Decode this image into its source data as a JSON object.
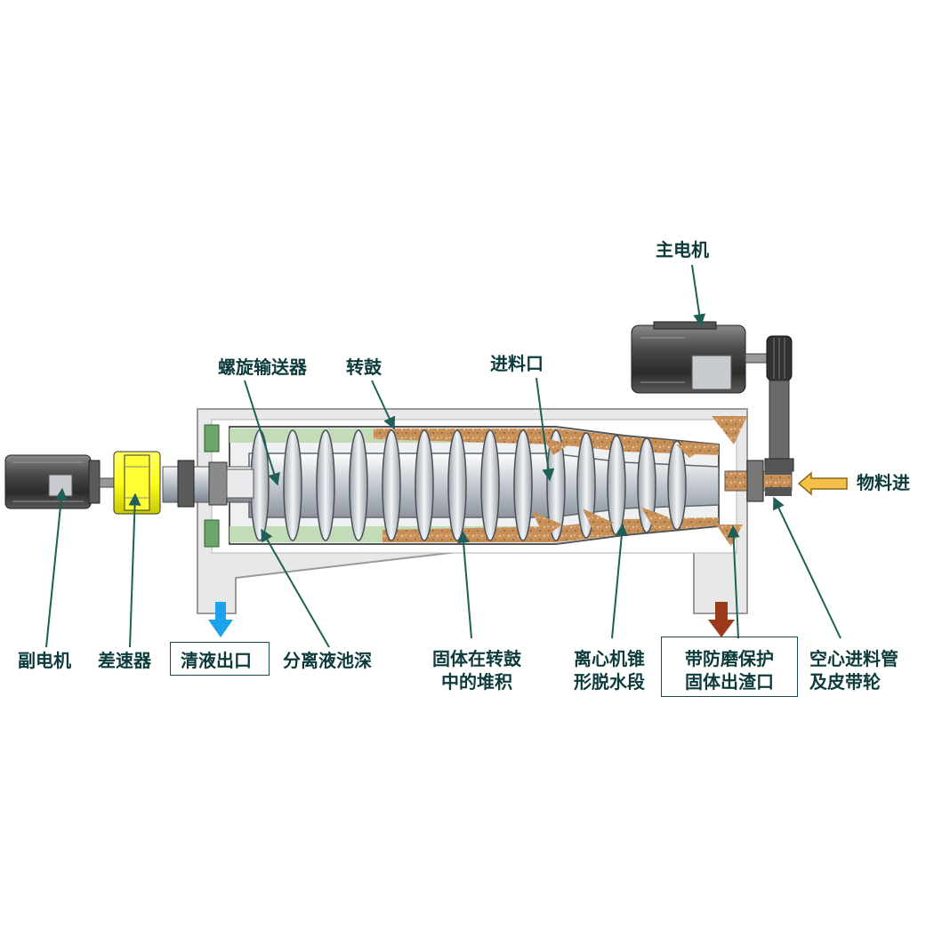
{
  "labels": {
    "main_motor": "主电机",
    "screw_conveyor": "螺旋输送器",
    "drum": "转鼓",
    "feed_port": "进料口",
    "material_in": "物料进",
    "aux_motor": "副电机",
    "differential": "差速器",
    "liquid_outlet": "清液出口",
    "pool_depth": "分离液池深",
    "solid_accum_1": "固体在转鼓",
    "solid_accum_2": "中的堆积",
    "dewater_1": "离心机锥",
    "dewater_2": "形脱水段",
    "slag_outlet_1": "带防磨保护",
    "slag_outlet_2": "固体出渣口",
    "feed_pipe_1": "空心进料管",
    "feed_pipe_2": "及皮带轮"
  },
  "colors": {
    "label": "#0d3b3b",
    "leader": "#1f5f57",
    "frame": "#e8e8e8",
    "frame_stroke": "#9a9a9a",
    "motor_dark": "#3a3a3a",
    "screw_light": "#d9dee3",
    "solids": "#c8915a",
    "liquid": "#bcd9b0",
    "differential": "#ffff1a",
    "liquid_arrow": "#1aa3ea",
    "slag_arrow": "#9b3a1a",
    "feed_arrow": "#f5c04a"
  }
}
